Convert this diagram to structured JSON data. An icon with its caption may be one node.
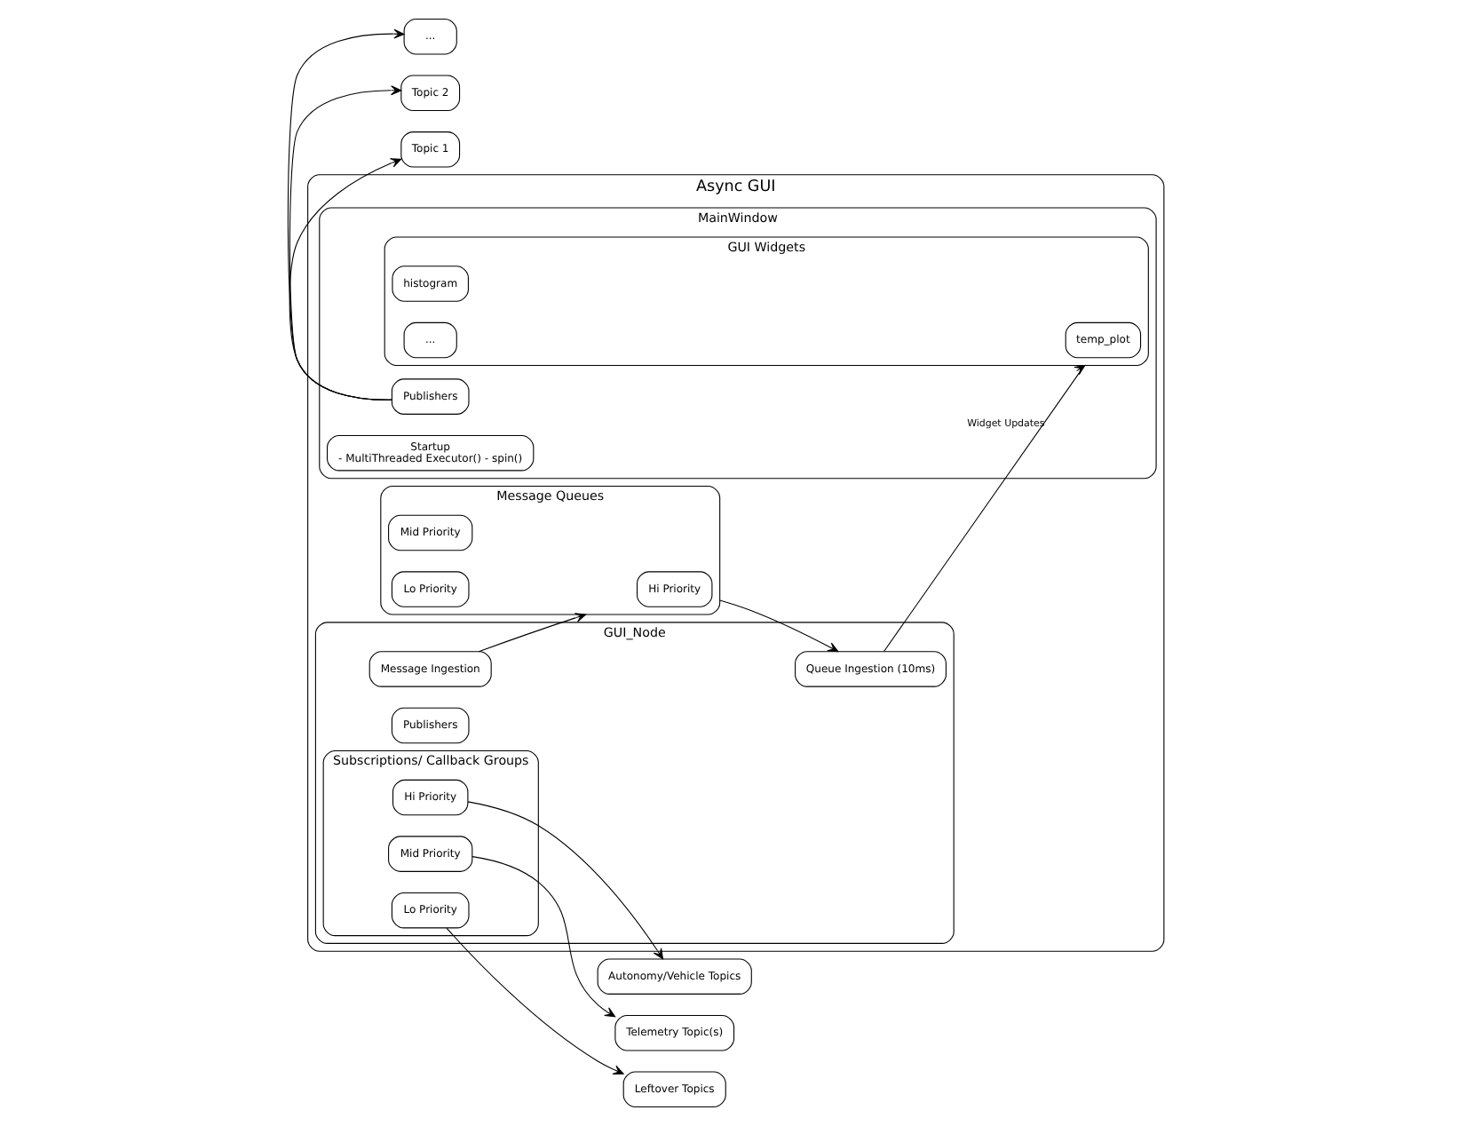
{
  "diagram": {
    "nodes": [
      {
        "text": [
          "Async GUI"
        ]
      },
      {
        "text": [
          "MainWindow"
        ],
        "in": 0
      },
      {
        "text": [
          "Topic 1"
        ]
      },
      {
        "text": [
          "Topic 2"
        ]
      },
      {
        "text": [
          "..."
        ]
      },
      {
        "text": [
          "Publishers"
        ],
        "in": 1
      },
      {
        "text": [
          "Startup",
          "- MultiThreaded Executor() - spin()"
        ],
        "in": 1
      },
      {
        "text": [
          "GUI Widgets"
        ],
        "in": 1
      },
      {
        "text": [
          "temp_plot"
        ],
        "in": 7
      },
      {
        "text": [
          "histogram"
        ],
        "in": 7
      },
      {
        "text": [
          "..."
        ],
        "in": 7
      },
      {
        "text": [
          "Message Queues"
        ],
        "in": 0
      },
      {
        "text": [
          "Hi Priority"
        ],
        "in": 11
      },
      {
        "text": [
          "Mid Priority"
        ],
        "in": 11
      },
      {
        "text": [
          "Lo Priority"
        ],
        "in": 11
      },
      {
        "text": [
          "GUI_Node"
        ],
        "in": 0
      },
      {
        "text": [
          "Publishers"
        ],
        "in": 15
      },
      {
        "text": [
          "Subscriptions/ Callback Groups"
        ],
        "in": 15
      },
      {
        "text": [
          "Hi Priority"
        ],
        "in": 17
      },
      {
        "text": [
          "Mid Priority"
        ],
        "in": 17
      },
      {
        "text": [
          "Lo Priority"
        ],
        "in": 17
      },
      {
        "text": [
          "Queue Ingestion (10ms)"
        ],
        "in": 15
      },
      {
        "text": [
          "Message Ingestion"
        ],
        "in": 15
      },
      {
        "text": [
          "Autonomy/Vehicle Topics"
        ]
      },
      {
        "text": [
          "Telemetry Topic(s)"
        ]
      },
      {
        "text": [
          "Leftover Topics"
        ]
      }
    ],
    "edges": [
      {
        "from": 5,
        "to": 2,
        "arrow": "to"
      },
      {
        "from": 5,
        "to": 3,
        "arrow": "to"
      },
      {
        "from": 5,
        "to": 4,
        "arrow": "to"
      },
      {
        "from": 18,
        "to": 23,
        "arrow": "to"
      },
      {
        "from": 19,
        "to": 24,
        "arrow": "to"
      },
      {
        "from": 20,
        "to": 25,
        "arrow": "to"
      },
      {
        "from": 21,
        "to": 7,
        "arrow": "to",
        "label": "Widget Updates"
      },
      {
        "from": 11,
        "to": 21,
        "arrow": "to"
      },
      {
        "from": 22,
        "to": 11,
        "arrow": "to"
      }
    ]
  }
}
